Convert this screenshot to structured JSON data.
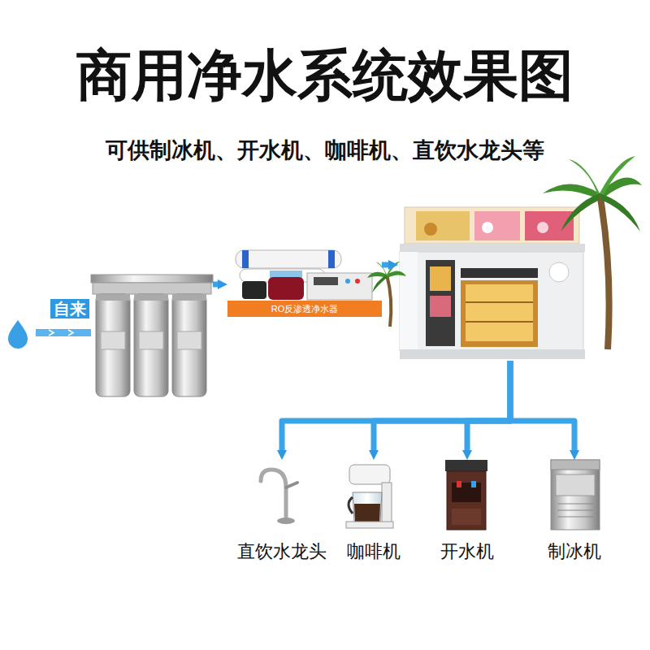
{
  "diagram": {
    "title": "商用净水系统效果图",
    "nodes": [
      {
        "text": []
      },
      {
        "text": [
          "RO反渗透净水器"
        ]
      },
      {
        "text": []
      },
      {
        "text": [
          "直饮水龙头"
        ]
      },
      {
        "text": [
          "咖啡机"
        ]
      },
      {
        "text": [
          "开水机"
        ]
      },
      {
        "text": [
          "制冰机"
        ]
      }
    ],
    "edges": [
      {
        "from": 0,
        "to": 1,
        "arrow": "to"
      },
      {
        "from": 1,
        "to": 2,
        "arrow": "to"
      },
      {
        "from": 2,
        "to": 3,
        "arrow": "to"
      },
      {
        "from": 2,
        "to": 4,
        "arrow": "to"
      },
      {
        "from": 2,
        "to": 5,
        "arrow": "to"
      },
      {
        "from": 2,
        "to": 6,
        "arrow": "to"
      }
    ],
    "labels": [
      "可供制冰机、开水机、咖啡机、直饮水龙头等",
      "自来"
    ]
  }
}
